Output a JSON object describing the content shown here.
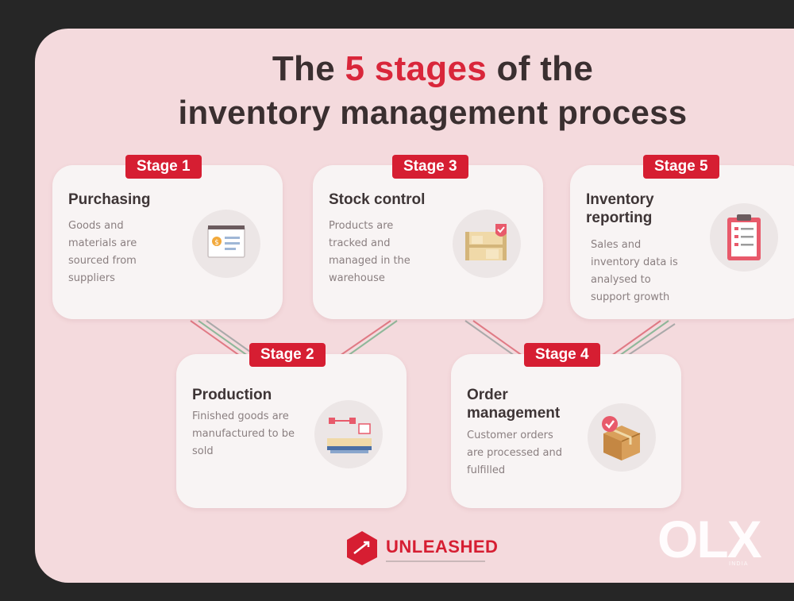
{
  "title": {
    "prefix": "The ",
    "highlight": "5 stages",
    "suffix": " of the",
    "line2": "inventory management process"
  },
  "colors": {
    "accent": "#d61e32",
    "panel": "#f4dadd",
    "card": "#f8f4f4",
    "background": "#262626"
  },
  "stages": [
    {
      "badge": "Stage 1",
      "title": "Purchasing",
      "description": "Goods and materials are sourced from suppliers",
      "icon": "invoice-icon"
    },
    {
      "badge": "Stage 2",
      "title": "Production",
      "description": "Finished goods are manufactured to be sold",
      "icon": "conveyor-icon"
    },
    {
      "badge": "Stage 3",
      "title": "Stock control",
      "description": "Products are tracked and managed in the warehouse",
      "icon": "shelf-icon"
    },
    {
      "badge": "Stage 4",
      "title": "Order management",
      "description": "Customer orders are processed and fulfilled",
      "icon": "package-icon"
    },
    {
      "badge": "Stage 5",
      "title": "Inventory reporting",
      "description": "Sales and inventory data is analysed to support growth",
      "icon": "clipboard-icon"
    }
  ],
  "brand": {
    "name": "UNLEASHED"
  },
  "watermark": {
    "text": "OLX",
    "sub": "INDIA"
  }
}
